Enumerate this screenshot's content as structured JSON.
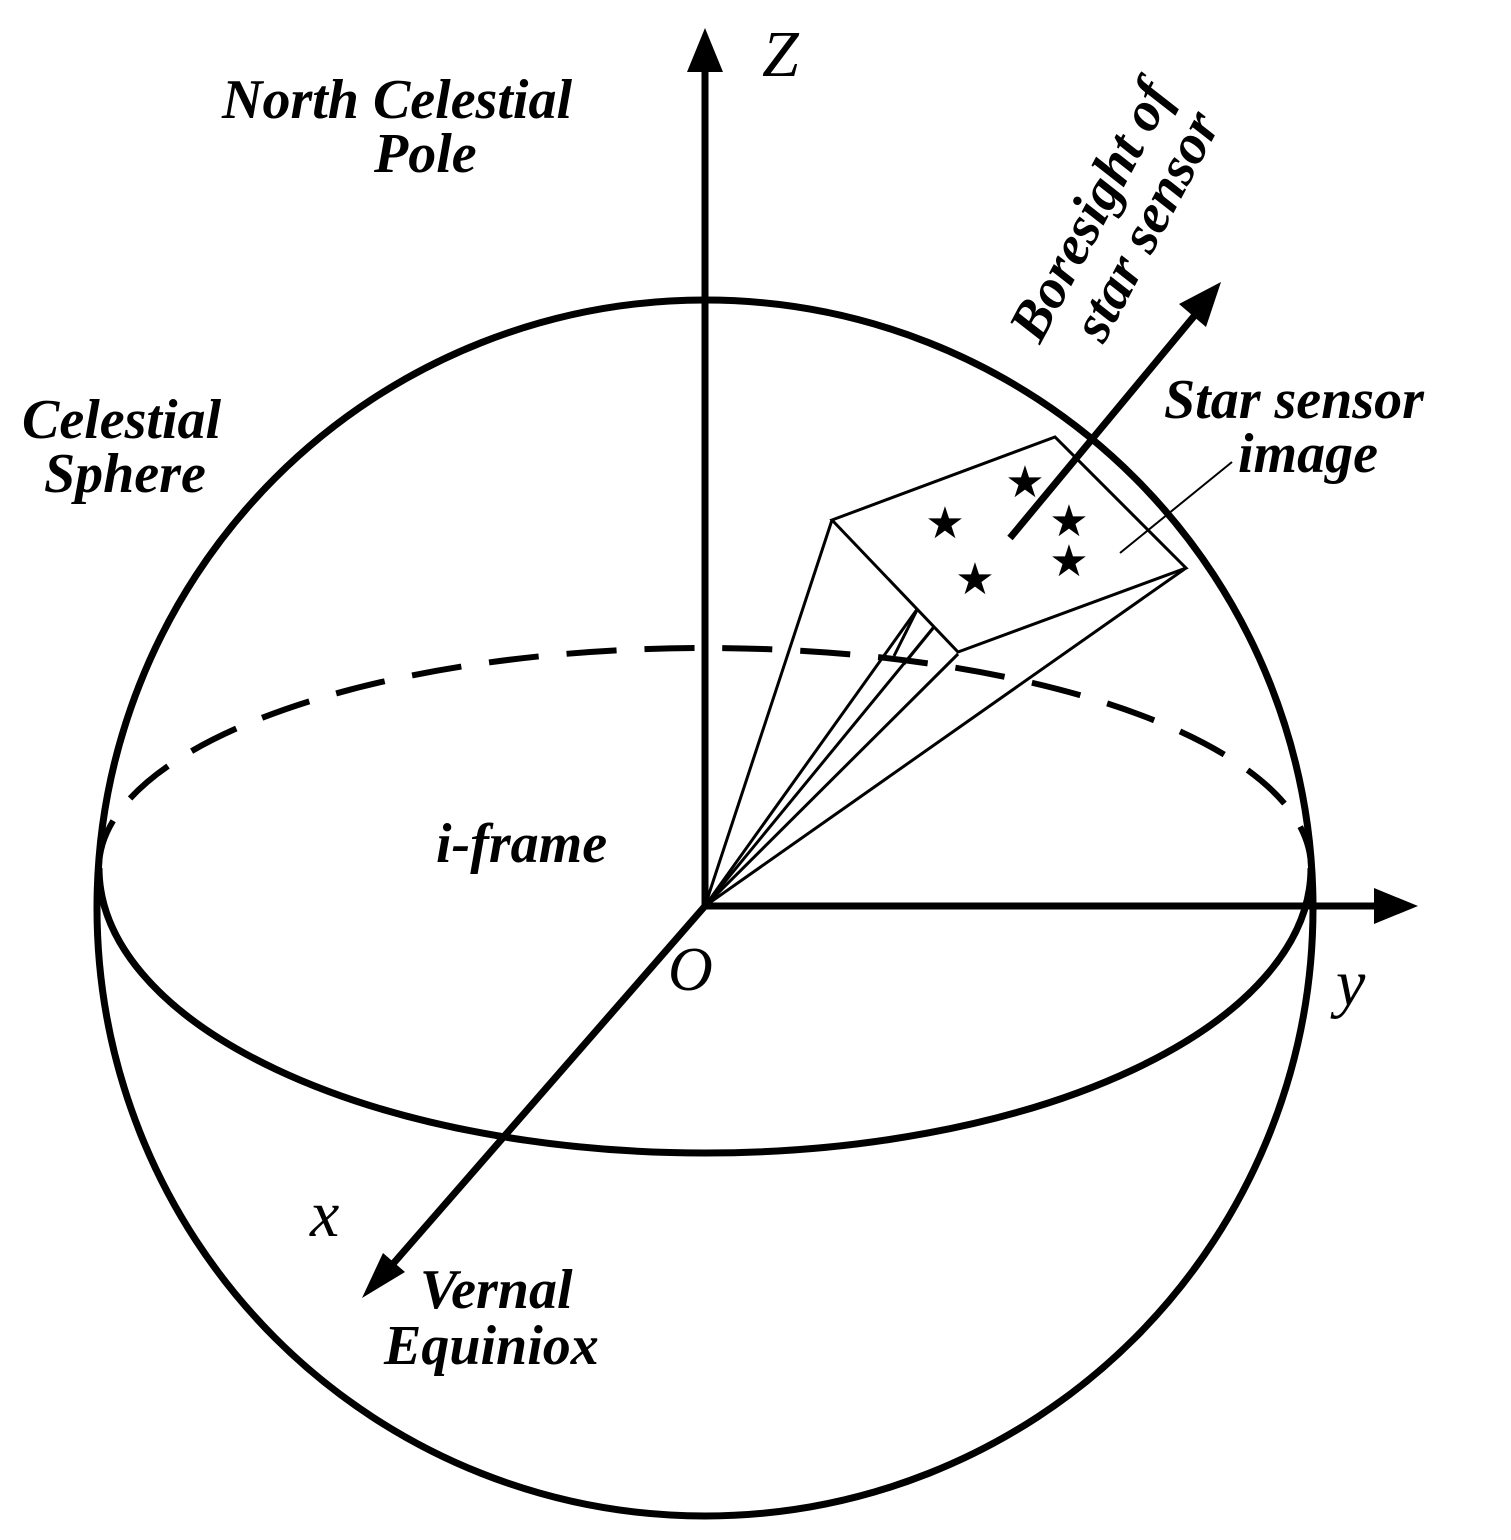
{
  "diagram": {
    "axes": {
      "z_label": "Z",
      "y_label": "y",
      "x_label": "x",
      "origin_label": "O"
    },
    "labels": {
      "north_pole_line1": "North Celestial",
      "north_pole_line2": "Pole",
      "sphere_line1": "Celestial",
      "sphere_line2": "Sphere",
      "boresight_line1": "Boresight of",
      "boresight_line2": "star sensor",
      "sensor_image_line1": "Star sensor",
      "sensor_image_line2": "image",
      "frame": "i-frame",
      "equinox_line1": "Vernal",
      "equinox_line2": "Equiniox"
    },
    "stars": {
      "glyph": "★",
      "count": 5
    },
    "colors": {
      "ink": "#000000",
      "background": "#ffffff"
    }
  }
}
